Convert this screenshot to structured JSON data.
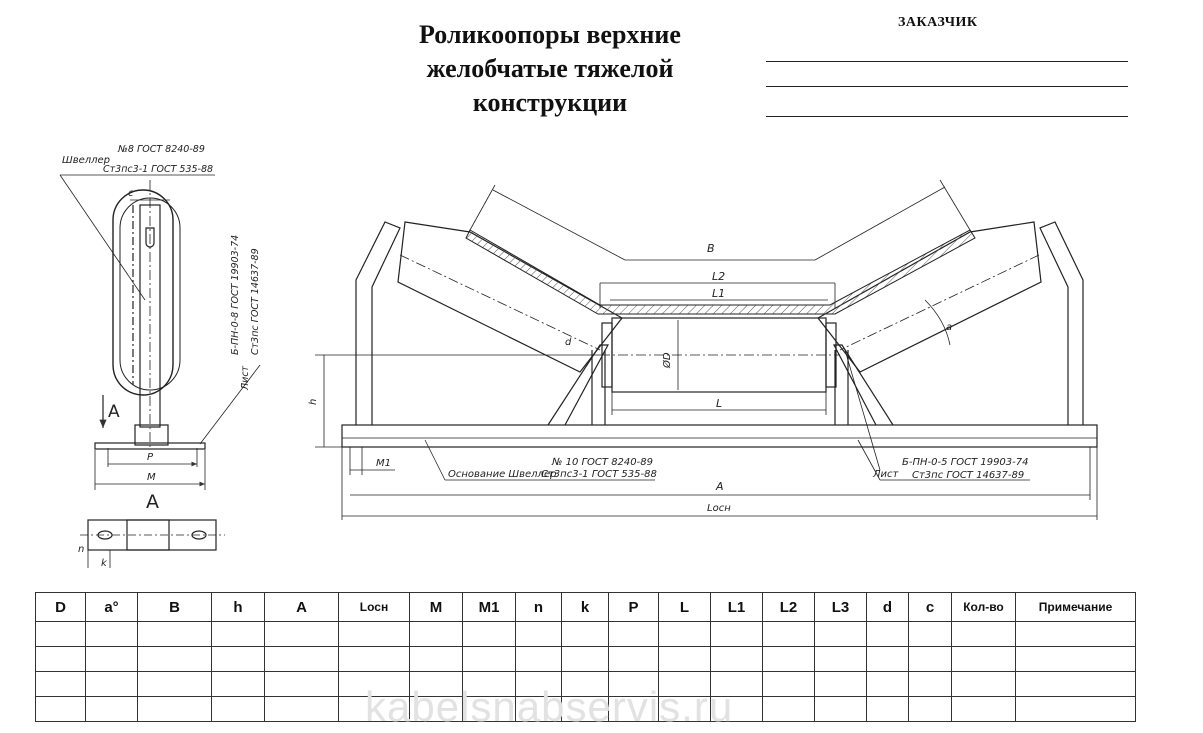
{
  "header": {
    "title_lines": [
      "Роликоопоры верхние",
      "желобчатые  тяжелой",
      "конструкции"
    ],
    "customer_label": "ЗАКАЗЧИК"
  },
  "drawing": {
    "side_view": {
      "channel_label": "Швеллер",
      "channel_gost": "№8 ГОСТ 8240-89",
      "channel_steel": "Ст3пс3-1 ГОСТ 535-88",
      "sheet_label": "Лист",
      "sheet_gost": "Б-ПН-0-8 ГОСТ 19903-74",
      "sheet_steel": "Ст3пс ГОСТ 14637-89",
      "dim_c": "c",
      "dim_P": "P",
      "dim_M": "M",
      "arrow_label": "A",
      "view_label": "A",
      "dim_n": "n",
      "dim_k": "k"
    },
    "front_view": {
      "dim_B": "B",
      "dim_L2": "L2",
      "dim_L1": "L1",
      "dim_L": "L",
      "dim_D": "ØD",
      "dim_d": "d",
      "dim_a": "a",
      "dim_h": "h",
      "dim_M1": "M1",
      "dim_A": "A",
      "dim_Losn": "Lосн",
      "base_label": "Основание Швеллер",
      "base_gost": "№ 10 ГОСТ 8240-89",
      "base_steel": "Ст3пс3-1 ГОСТ 535-88",
      "sheet_label": "Лист",
      "sheet_gost": "Б-ПН-0-5 ГОСТ 19903-74",
      "sheet_steel": "Ст3пс ГОСТ 14637-89"
    }
  },
  "spec_table": {
    "headers": [
      "D",
      "a°",
      "B",
      "h",
      "A",
      "Lосн",
      "M",
      "M1",
      "n",
      "k",
      "P",
      "L",
      "L1",
      "L2",
      "L3",
      "d",
      "c",
      "Кол-во",
      "Примечание"
    ],
    "rows": [
      [
        "",
        "",
        "",
        "",
        "",
        "",
        "",
        "",
        "",
        "",
        "",
        "",
        "",
        "",
        "",
        "",
        "",
        "",
        ""
      ],
      [
        "",
        "",
        "",
        "",
        "",
        "",
        "",
        "",
        "",
        "",
        "",
        "",
        "",
        "",
        "",
        "",
        "",
        "",
        ""
      ],
      [
        "",
        "",
        "",
        "",
        "",
        "",
        "",
        "",
        "",
        "",
        "",
        "",
        "",
        "",
        "",
        "",
        "",
        "",
        ""
      ],
      [
        "",
        "",
        "",
        "",
        "",
        "",
        "",
        "",
        "",
        "",
        "",
        "",
        "",
        "",
        "",
        "",
        "",
        "",
        ""
      ]
    ]
  },
  "watermark": "kabelsnabservis.ru"
}
